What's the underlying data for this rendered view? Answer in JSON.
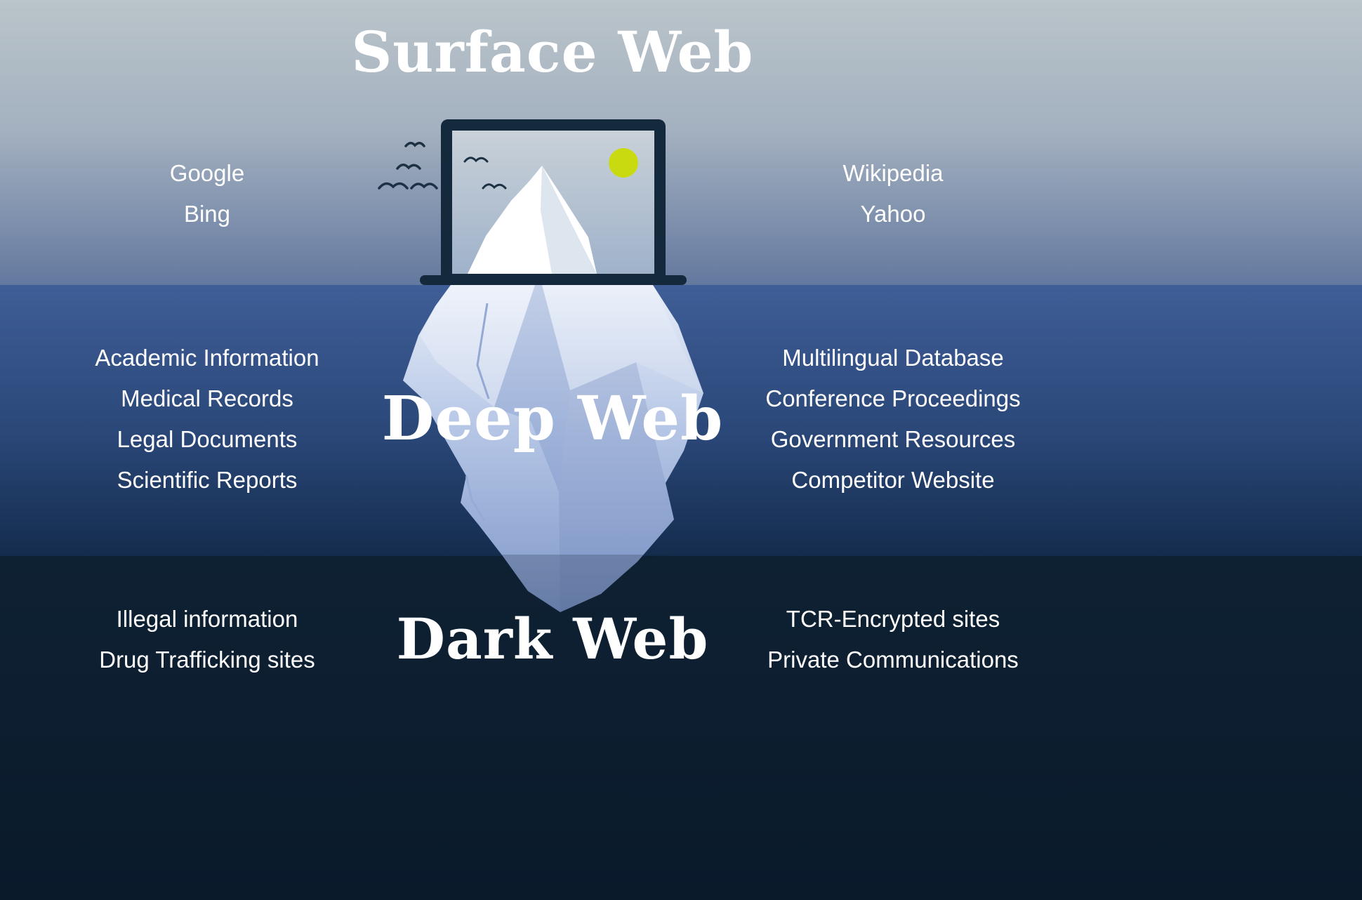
{
  "sections": {
    "surface": {
      "title": "Surface Web",
      "left": [
        "Google",
        "Bing"
      ],
      "right": [
        "Wikipedia",
        "Yahoo"
      ]
    },
    "deep": {
      "title": "Deep Web",
      "left": [
        "Academic Information",
        "Medical Records",
        "Legal Documents",
        "Scientific Reports"
      ],
      "right": [
        "Multilingual Database",
        "Conference Proceedings",
        "Government Resources",
        "Competitor Website"
      ]
    },
    "dark": {
      "title": "Dark Web",
      "left": [
        "Illegal information",
        "Drug Trafficking sites"
      ],
      "right": [
        "TCR-Encrypted sites",
        "Private Communications"
      ]
    }
  },
  "icons": {
    "laptop": "laptop-illustration",
    "iceberg": "iceberg-illustration",
    "sun": "sun-icon",
    "birds": "bird-icon"
  },
  "colors": {
    "sky_top": "#bac4ca",
    "sky_bottom": "#64799f",
    "water_top": "#3f5e97",
    "water_bottom": "#142c4d",
    "abyss_top": "#0e2133",
    "abyss_bottom": "#0a1a2b",
    "sun": "#c9da10",
    "laptop_frame": "#14293b",
    "iceberg_light": "#e8eef9",
    "iceberg_deep": "#7f97c8",
    "text": "#ffffff"
  }
}
